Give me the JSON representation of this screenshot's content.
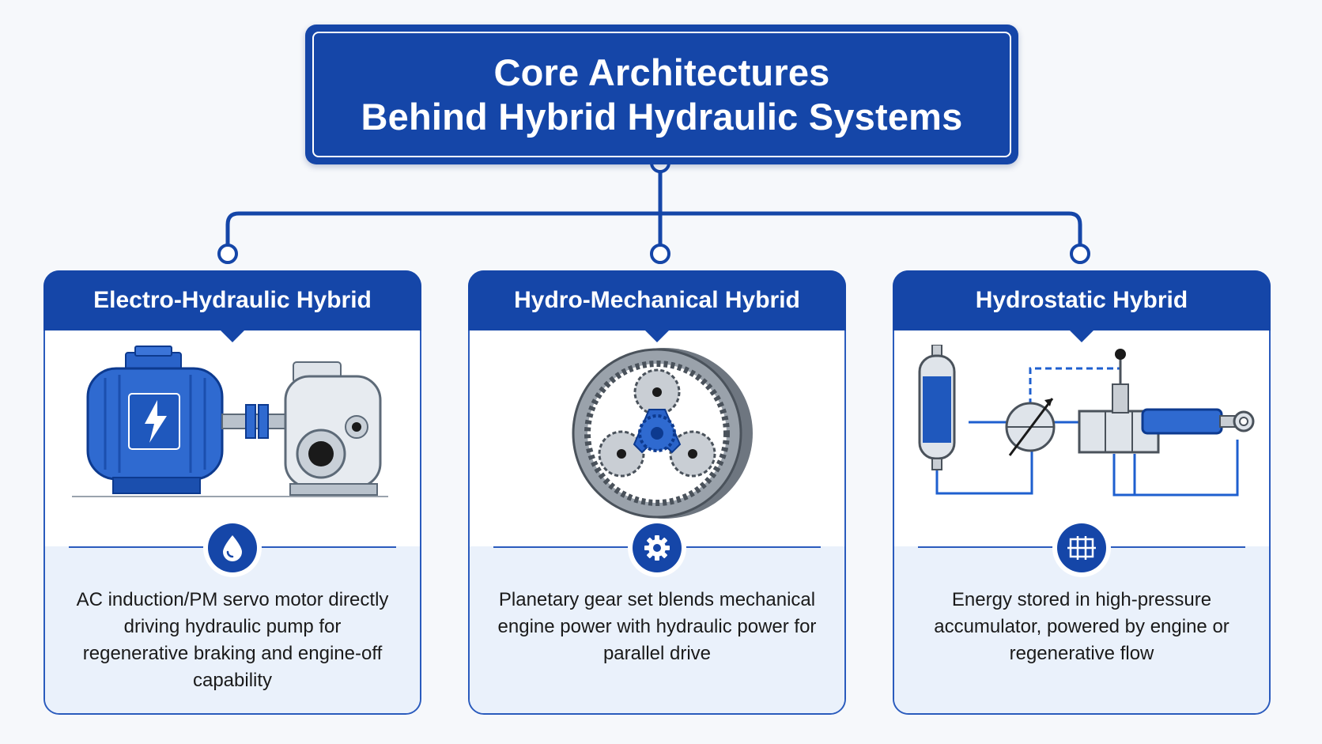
{
  "title": {
    "line1": "Core Architectures",
    "line2": "Behind Hybrid Hydraulic Systems"
  },
  "colors": {
    "primary": "#1546a8",
    "panel_light": "#eaf1fb",
    "background": "#f6f8fb"
  },
  "cards": [
    {
      "title": "Electro-Hydraulic Hybrid",
      "icon": "water-drop-icon",
      "description": "AC induction/PM servo motor directly driving hydraulic pump for regenerative braking and engine-off capability"
    },
    {
      "title": "Hydro-Mechanical Hybrid",
      "icon": "gear-icon",
      "description": "Planetary gear set blends mechanical engine power with hydraulic power for parallel drive"
    },
    {
      "title": "Hydrostatic Hybrid",
      "icon": "hydraulic-circuit-icon",
      "description": "Energy stored in high-pressure accumulator, powered by engine or regenerative flow"
    }
  ]
}
